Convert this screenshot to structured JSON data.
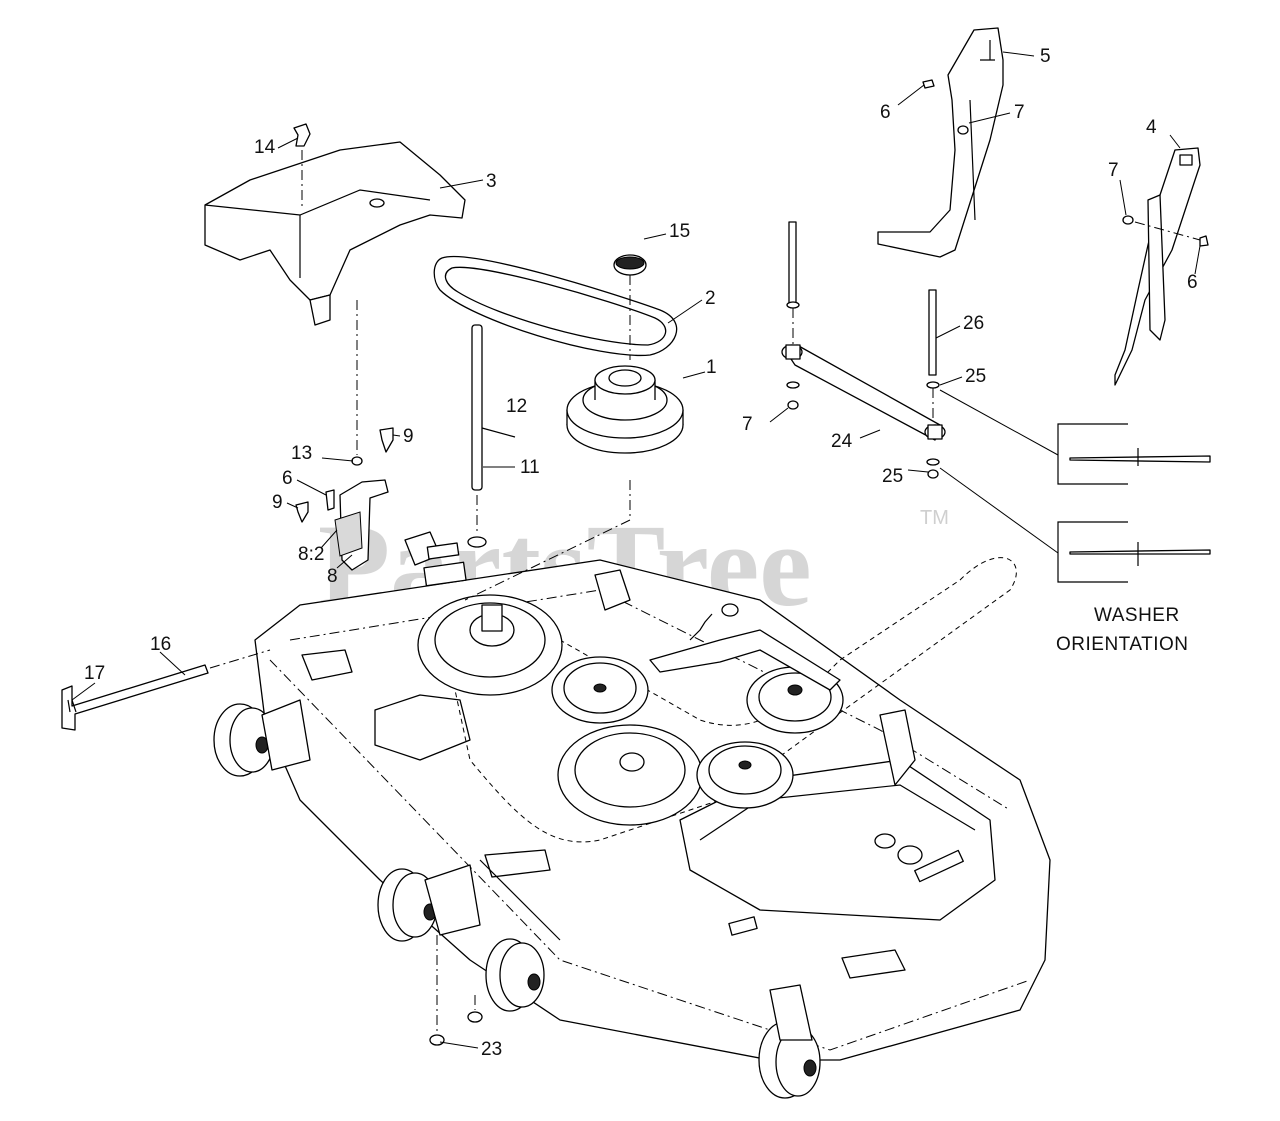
{
  "watermark": {
    "brand": "PartsTree",
    "trademark": "TM"
  },
  "callouts": {
    "c1": "1",
    "c2": "2",
    "c3": "3",
    "c4": "4",
    "c5": "5",
    "c6a": "6",
    "c6b": "6",
    "c6c": "6",
    "c7a": "7",
    "c7b": "7",
    "c7c": "7",
    "c8": "8",
    "c8_2": "8:2",
    "c9a": "9",
    "c9b": "9",
    "c11": "11",
    "c12": "12",
    "c13": "13",
    "c14": "14",
    "c15": "15",
    "c16": "16",
    "c17": "17",
    "c23": "23",
    "c24": "24",
    "c25a": "25",
    "c25b": "25",
    "c26": "26"
  },
  "washer_orientation": {
    "line1": "WASHER",
    "line2": "ORIENTATION"
  }
}
